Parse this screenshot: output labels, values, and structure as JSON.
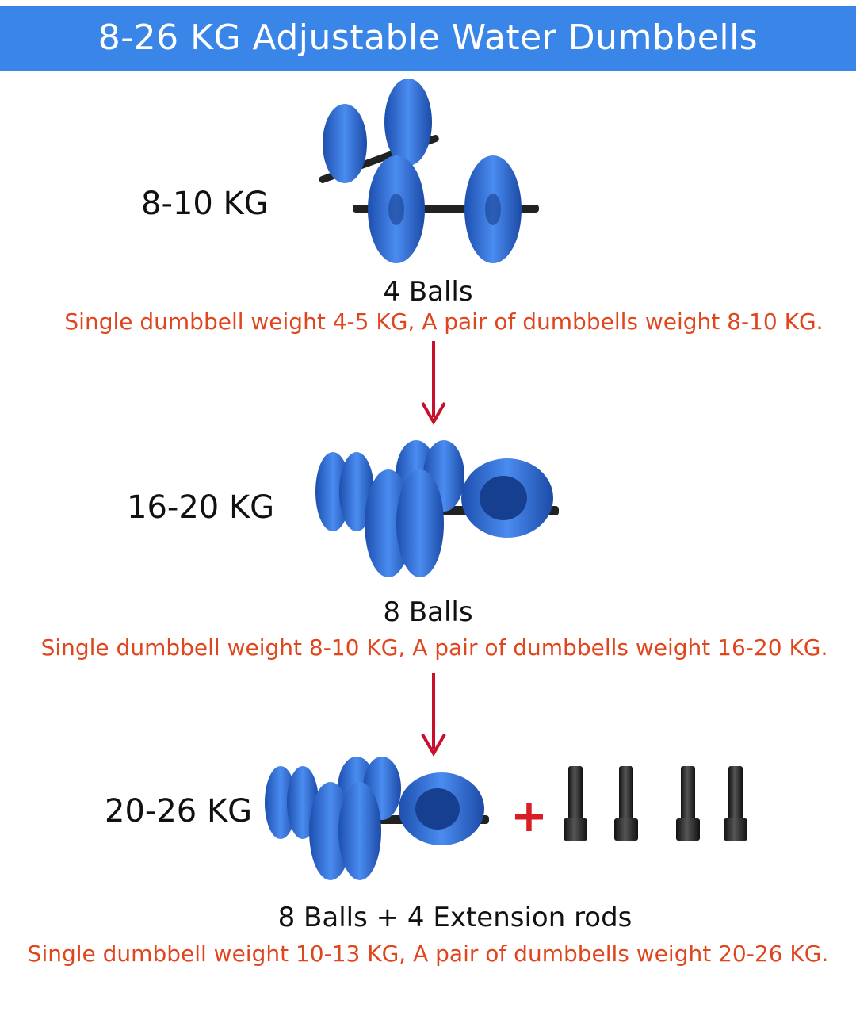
{
  "banner": {
    "title": "8-26 KG Adjustable Water Dumbbells"
  },
  "colors": {
    "banner_bg": "#3a86e8",
    "dumbbell_blue": "#2f6fd6",
    "description_text": "#e0461e",
    "arrow": "#c8102e",
    "plus": "#d81f26"
  },
  "sections": [
    {
      "weight": "8-10 KG",
      "balls": "4 Balls",
      "description": "Single dumbbell weight 4-5 KG, A pair of dumbbells weight 8-10 KG."
    },
    {
      "weight": "16-20 KG",
      "balls": "8 Balls",
      "description": "Single dumbbell weight 8-10 KG, A pair of dumbbells weight 16-20 KG."
    },
    {
      "weight": "20-26 KG",
      "balls": "8 Balls + 4 Extension rods",
      "description": "Single dumbbell weight 10-13 KG, A pair of dumbbells weight 20-26 KG.",
      "plus": "+"
    }
  ]
}
